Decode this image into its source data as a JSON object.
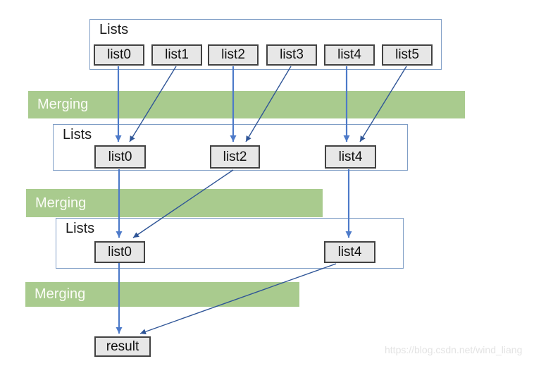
{
  "diagram": {
    "rows": [
      {
        "label": "Lists",
        "boxes": [
          "list0",
          "list1",
          "list2",
          "list3",
          "list4",
          "list5"
        ]
      },
      {
        "label": "Lists",
        "boxes": [
          "list0",
          "list2",
          "list4"
        ]
      },
      {
        "label": "Lists",
        "boxes": [
          "list0",
          "list4"
        ]
      }
    ],
    "bars": [
      {
        "label": "Merging"
      },
      {
        "label": "Merging"
      },
      {
        "label": "Merging"
      }
    ],
    "result": {
      "label": "result"
    },
    "edges": [
      {
        "from": "row1.list0",
        "to": "row2.list0",
        "style": "straight"
      },
      {
        "from": "row1.list1",
        "to": "row2.list0",
        "style": "diagonal"
      },
      {
        "from": "row1.list2",
        "to": "row2.list2",
        "style": "straight"
      },
      {
        "from": "row1.list3",
        "to": "row2.list2",
        "style": "diagonal"
      },
      {
        "from": "row1.list4",
        "to": "row2.list4",
        "style": "straight"
      },
      {
        "from": "row1.list5",
        "to": "row2.list4",
        "style": "diagonal"
      },
      {
        "from": "row2.list0",
        "to": "row3.list0",
        "style": "straight"
      },
      {
        "from": "row2.list2",
        "to": "row3.list0",
        "style": "diagonal"
      },
      {
        "from": "row2.list4",
        "to": "row3.list4",
        "style": "straight"
      },
      {
        "from": "row3.list0",
        "to": "result",
        "style": "straight"
      },
      {
        "from": "row3.list4",
        "to": "result",
        "style": "diagonal"
      }
    ],
    "watermark": "https://blog.csdn.net/wind_liang",
    "colors": {
      "container_border": "#7f9ec6",
      "box_fill": "#e7e7e7",
      "box_border": "#424242",
      "bar_fill": "#a9cb8e",
      "bar_text": "#fbfcf6",
      "arrow_straight": "#4d7ac9",
      "arrow_diagonal": "#2f5597",
      "watermark_color": "#e3e3e3"
    }
  }
}
